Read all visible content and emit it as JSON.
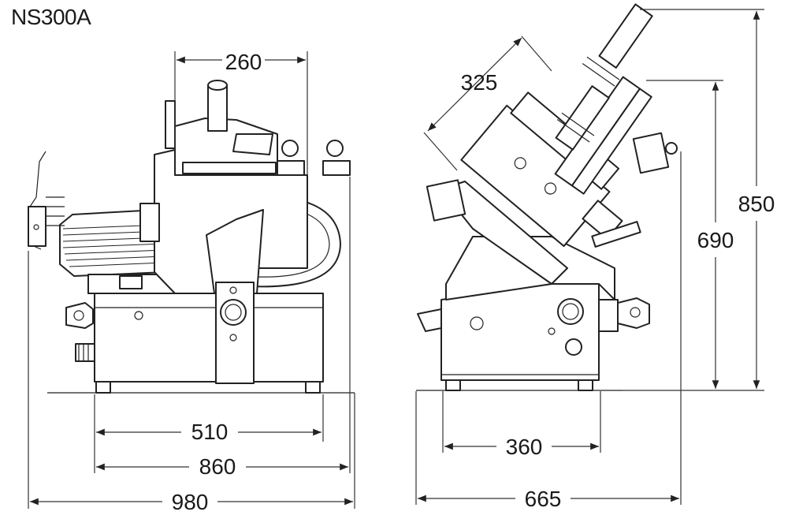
{
  "model": "NS300A",
  "dimensions": {
    "d260": "260",
    "d510": "510",
    "d860": "860",
    "d980": "980",
    "d325": "325",
    "d360": "360",
    "d665": "665",
    "d690": "690",
    "d850": "850"
  }
}
